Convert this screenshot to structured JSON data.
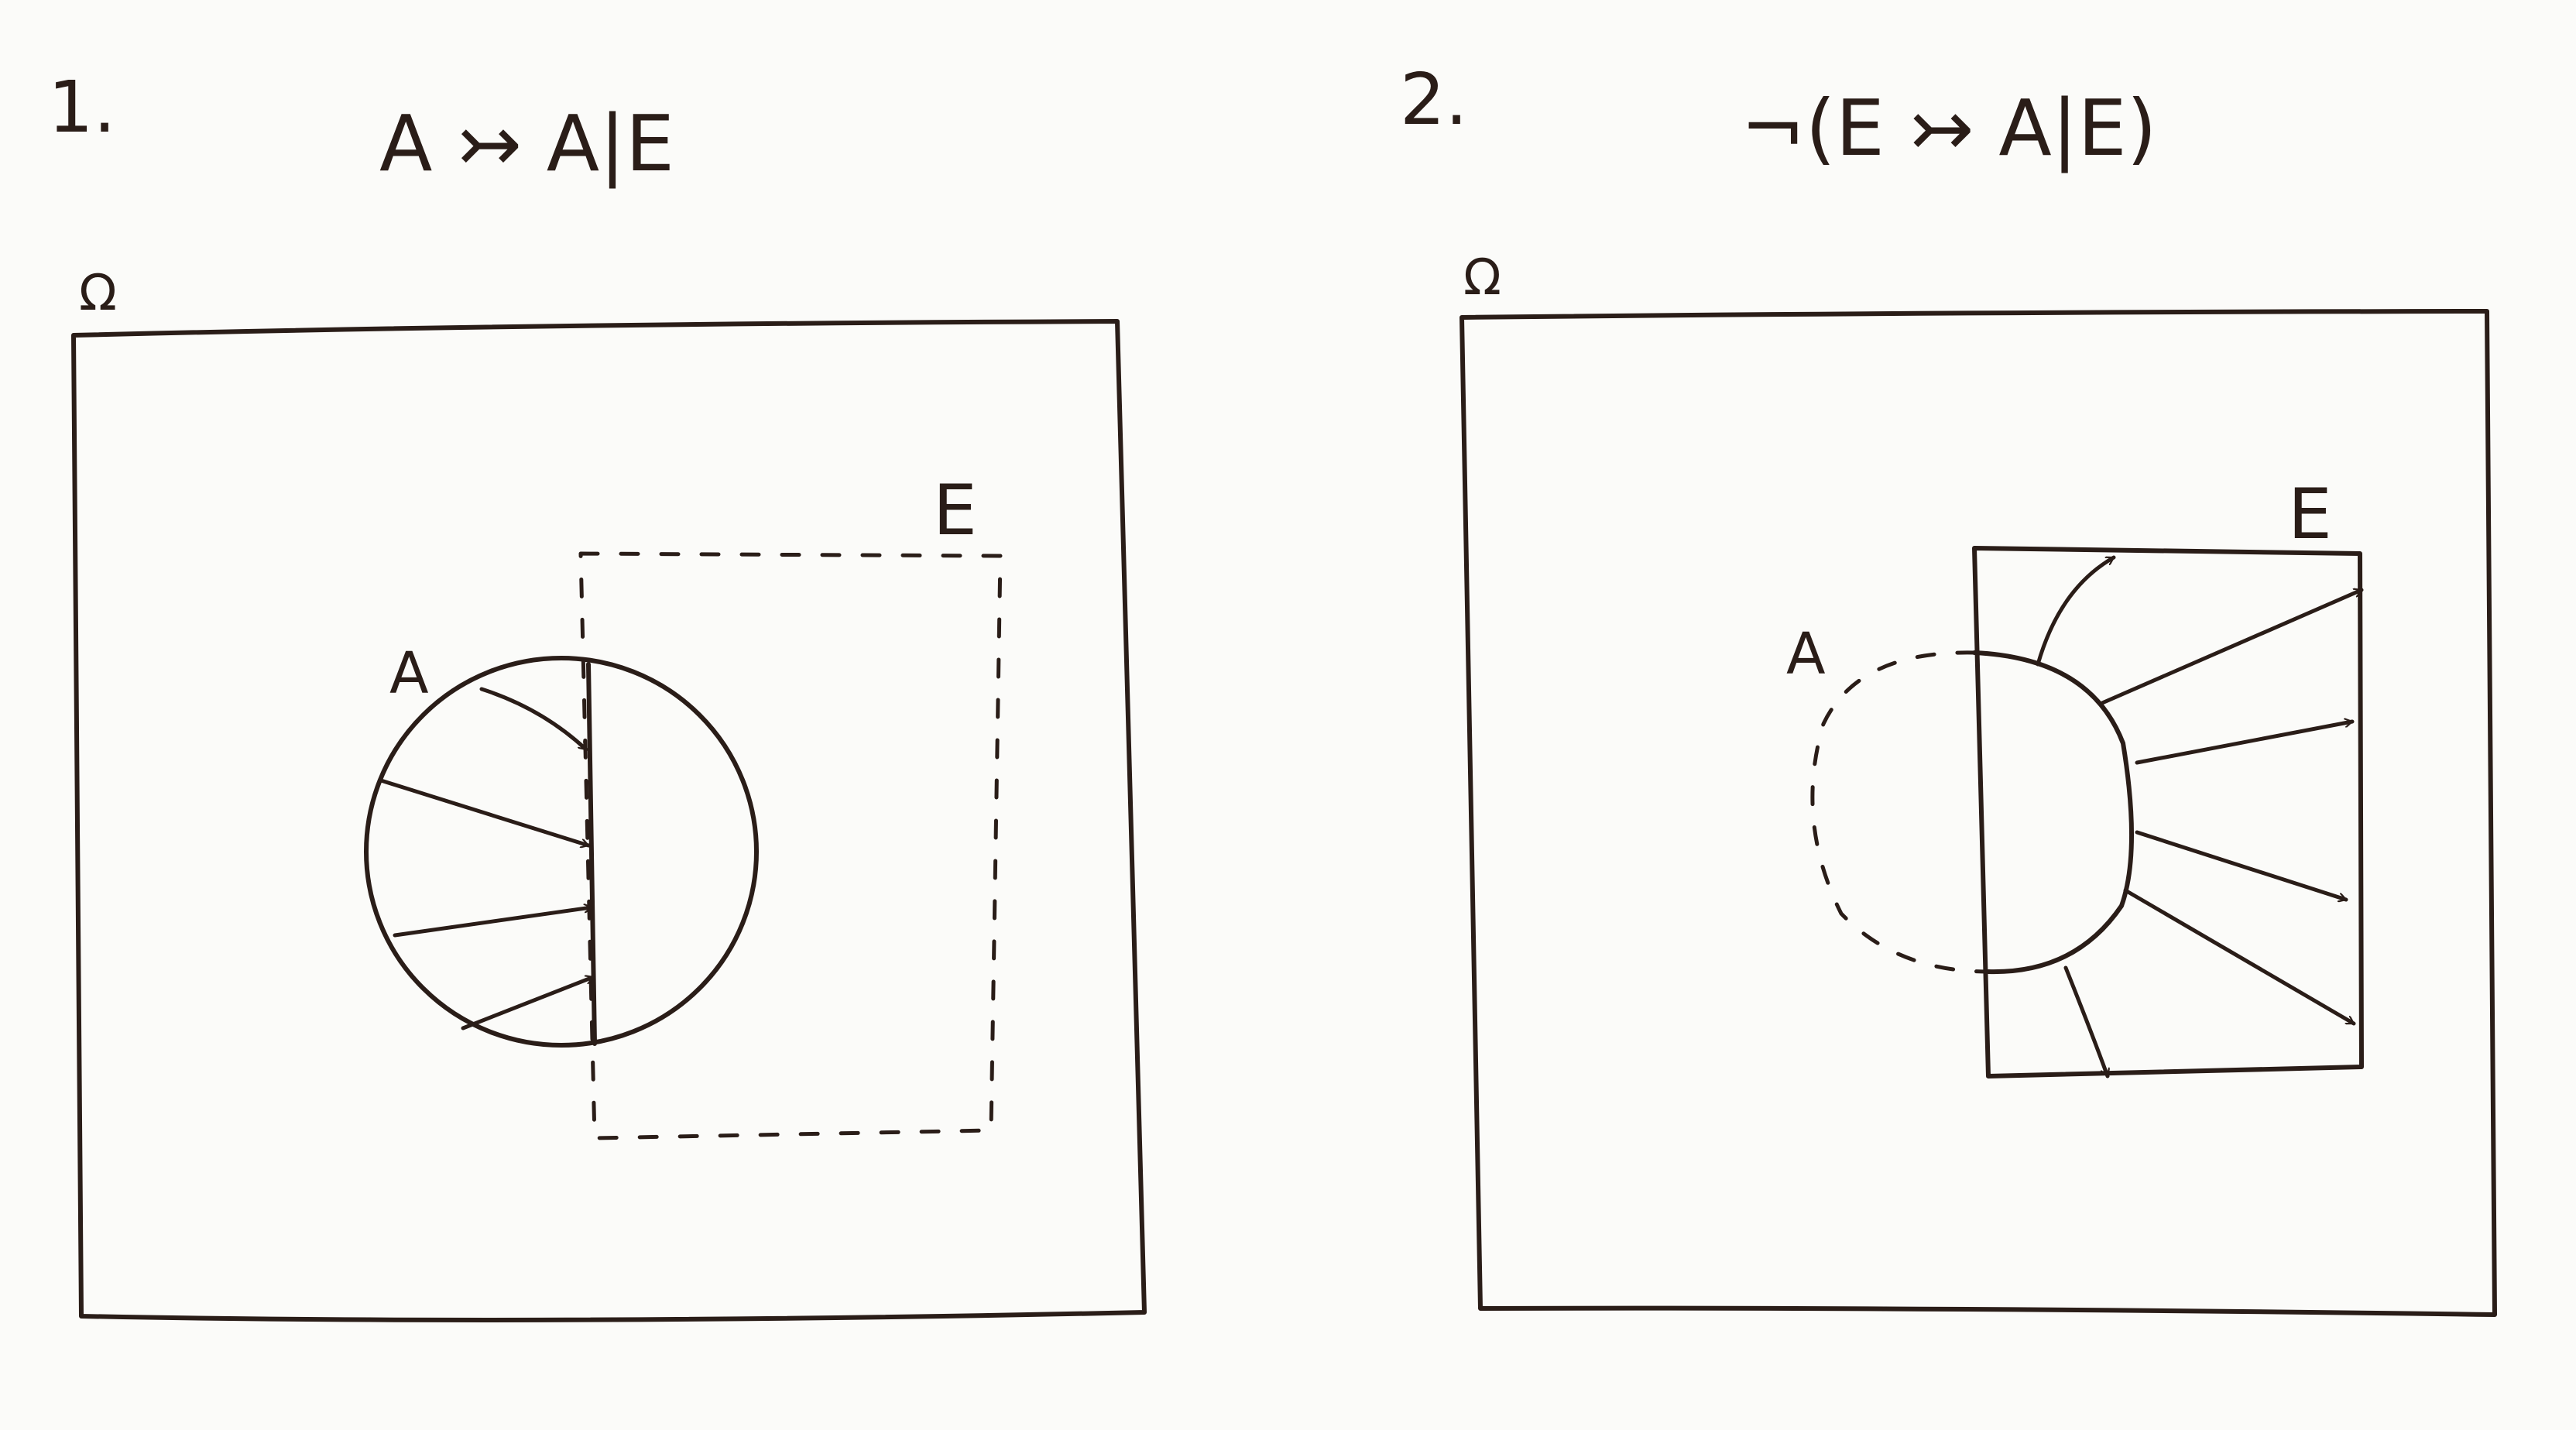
{
  "panel1": {
    "number": "1.",
    "formula": "A ↣ A|E",
    "space_label": "Ω",
    "set_a_label": "A",
    "set_e_label": "E"
  },
  "panel2": {
    "number": "2.",
    "formula": "¬(E ↣ A|E)",
    "space_label": "Ω",
    "set_a_label": "A",
    "set_e_label": "E"
  },
  "colors": {
    "ink": "#2a1d18",
    "paper": "#fbfbf9"
  }
}
